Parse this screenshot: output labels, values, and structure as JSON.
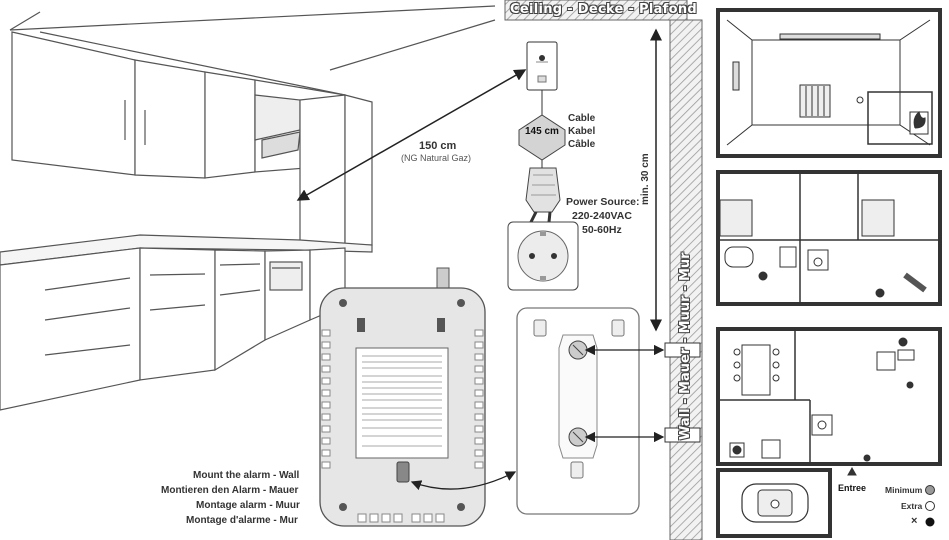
{
  "banner": {
    "ceiling": "Ceiling - Decke - Plafond",
    "wall": "Wall - Mauer - Muur - Mur"
  },
  "distance": {
    "label": "150 cm",
    "note": "(NG Natural Gaz)"
  },
  "cable": {
    "length": "145 cm",
    "line1": "Cable",
    "line2": "Kabel",
    "line3": "Câble"
  },
  "power": {
    "title": "Power Source:",
    "voltage": "220-240VAC",
    "frequency": "50-60Hz"
  },
  "min_distance": "min. 30 cm",
  "mount": {
    "line1": "Mount the alarm - Wall",
    "line2": "Montieren den Alarm - Mauer",
    "line3": "Montage alarm - Muur",
    "line4": "Montage d'alarme - Mur"
  },
  "floorplan": {
    "entrance": "Entree"
  },
  "legend": {
    "minimum": "Minimum",
    "extra": "Extra",
    "cross": "×"
  },
  "colors": {
    "line": "#333333",
    "hatch": "#999999",
    "device": "#e6e6e6",
    "wall_fill": "#f2f2f2"
  }
}
